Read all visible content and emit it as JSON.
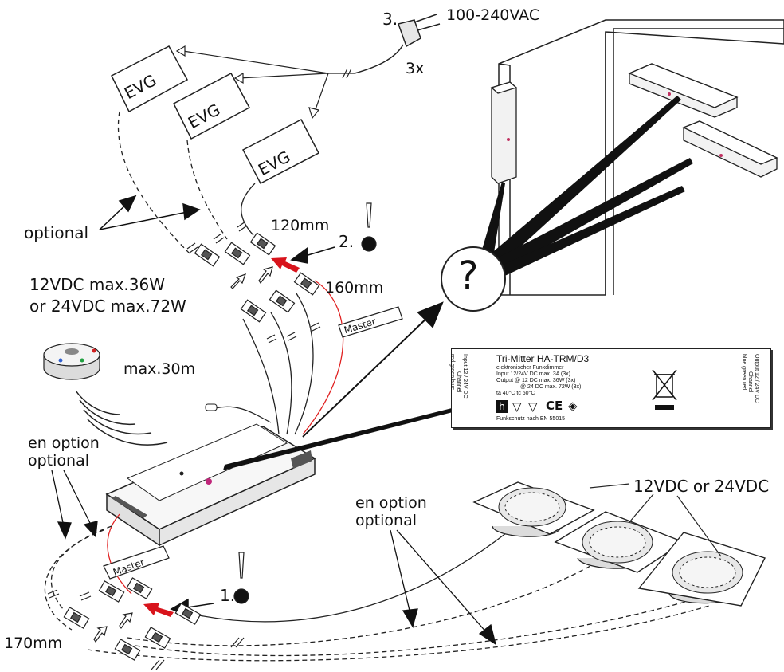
{
  "callouts": {
    "step3": "3.",
    "voltage_ac": "100-240VAC",
    "count": "3x",
    "optional_top": "optional",
    "len_120": "120mm",
    "step2": "2.",
    "len_160": "160mm",
    "power_12": "12VDC max.36W",
    "power_24": "or  24VDC max.72W",
    "range": "max.30m",
    "en_option_left": "en option",
    "optional_left": "optional",
    "en_option_mid": "en option",
    "optional_mid": "optional",
    "lights_voltage": "12VDC   or  24VDC",
    "step1": "1.",
    "len_170": "170mm",
    "question": "?"
  },
  "driver_boxes": [
    "EVG",
    "EVG",
    "EVG"
  ],
  "master_tags": [
    "Master",
    "Master"
  ],
  "type_plate": {
    "title": "Tri-Mitter HA-TRM/D3",
    "subtitle": "elektronischer Funkdimmer",
    "input": "Input   12/24V DC max. 3A (3x)",
    "output_12": "Output  @ 12 DC max. 36W (3x)",
    "output_24": "@ 24 DC max. 72W (3x)",
    "temps": "ta 40°C                       tc 60°C",
    "footer": "Funkschutz nach EN 55015",
    "left_side_1": "Input 12 / 24V DC",
    "left_side_2": "Channel",
    "left_side_3": "red   green   blue",
    "right_side_1": "Output 12 / 24V DC",
    "right_side_2": "Channel",
    "right_side_3": "blue   green   red"
  },
  "colors": {
    "line": "#222222",
    "red_wire": "#e02020",
    "arrow_red": "#d8141c",
    "gray_fill": "#e6e6e6"
  }
}
